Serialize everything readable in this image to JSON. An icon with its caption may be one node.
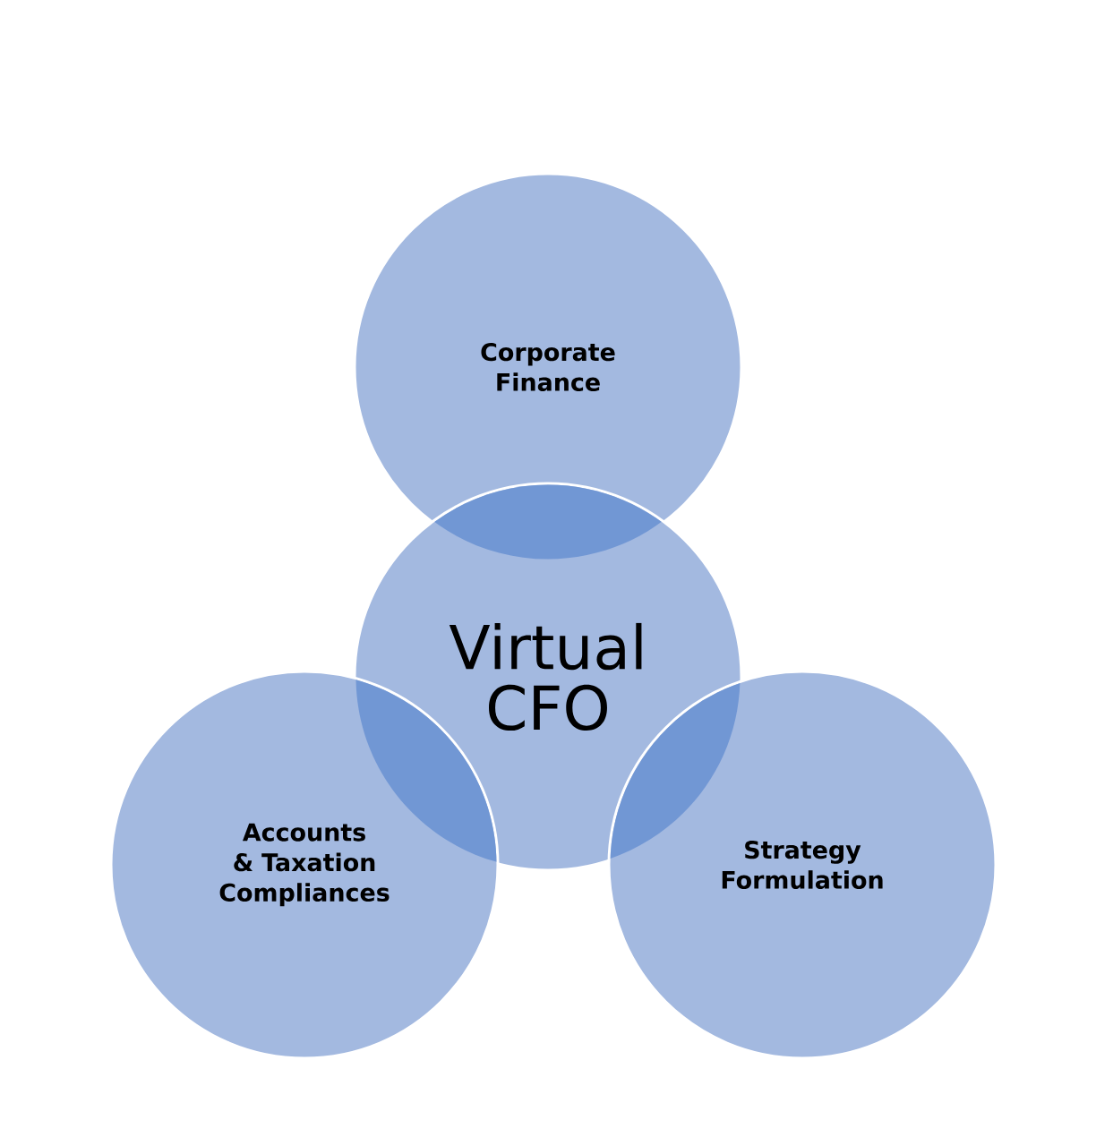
{
  "diagram": {
    "nodes": [
      {
        "text": [
          "Corporate Finance"
        ]
      },
      {
        "text": [
          "Virtual CFO"
        ]
      },
      {
        "text": [
          "Accounts & Taxation Compliances"
        ]
      },
      {
        "text": [
          "Strategy Formulation"
        ]
      }
    ]
  }
}
